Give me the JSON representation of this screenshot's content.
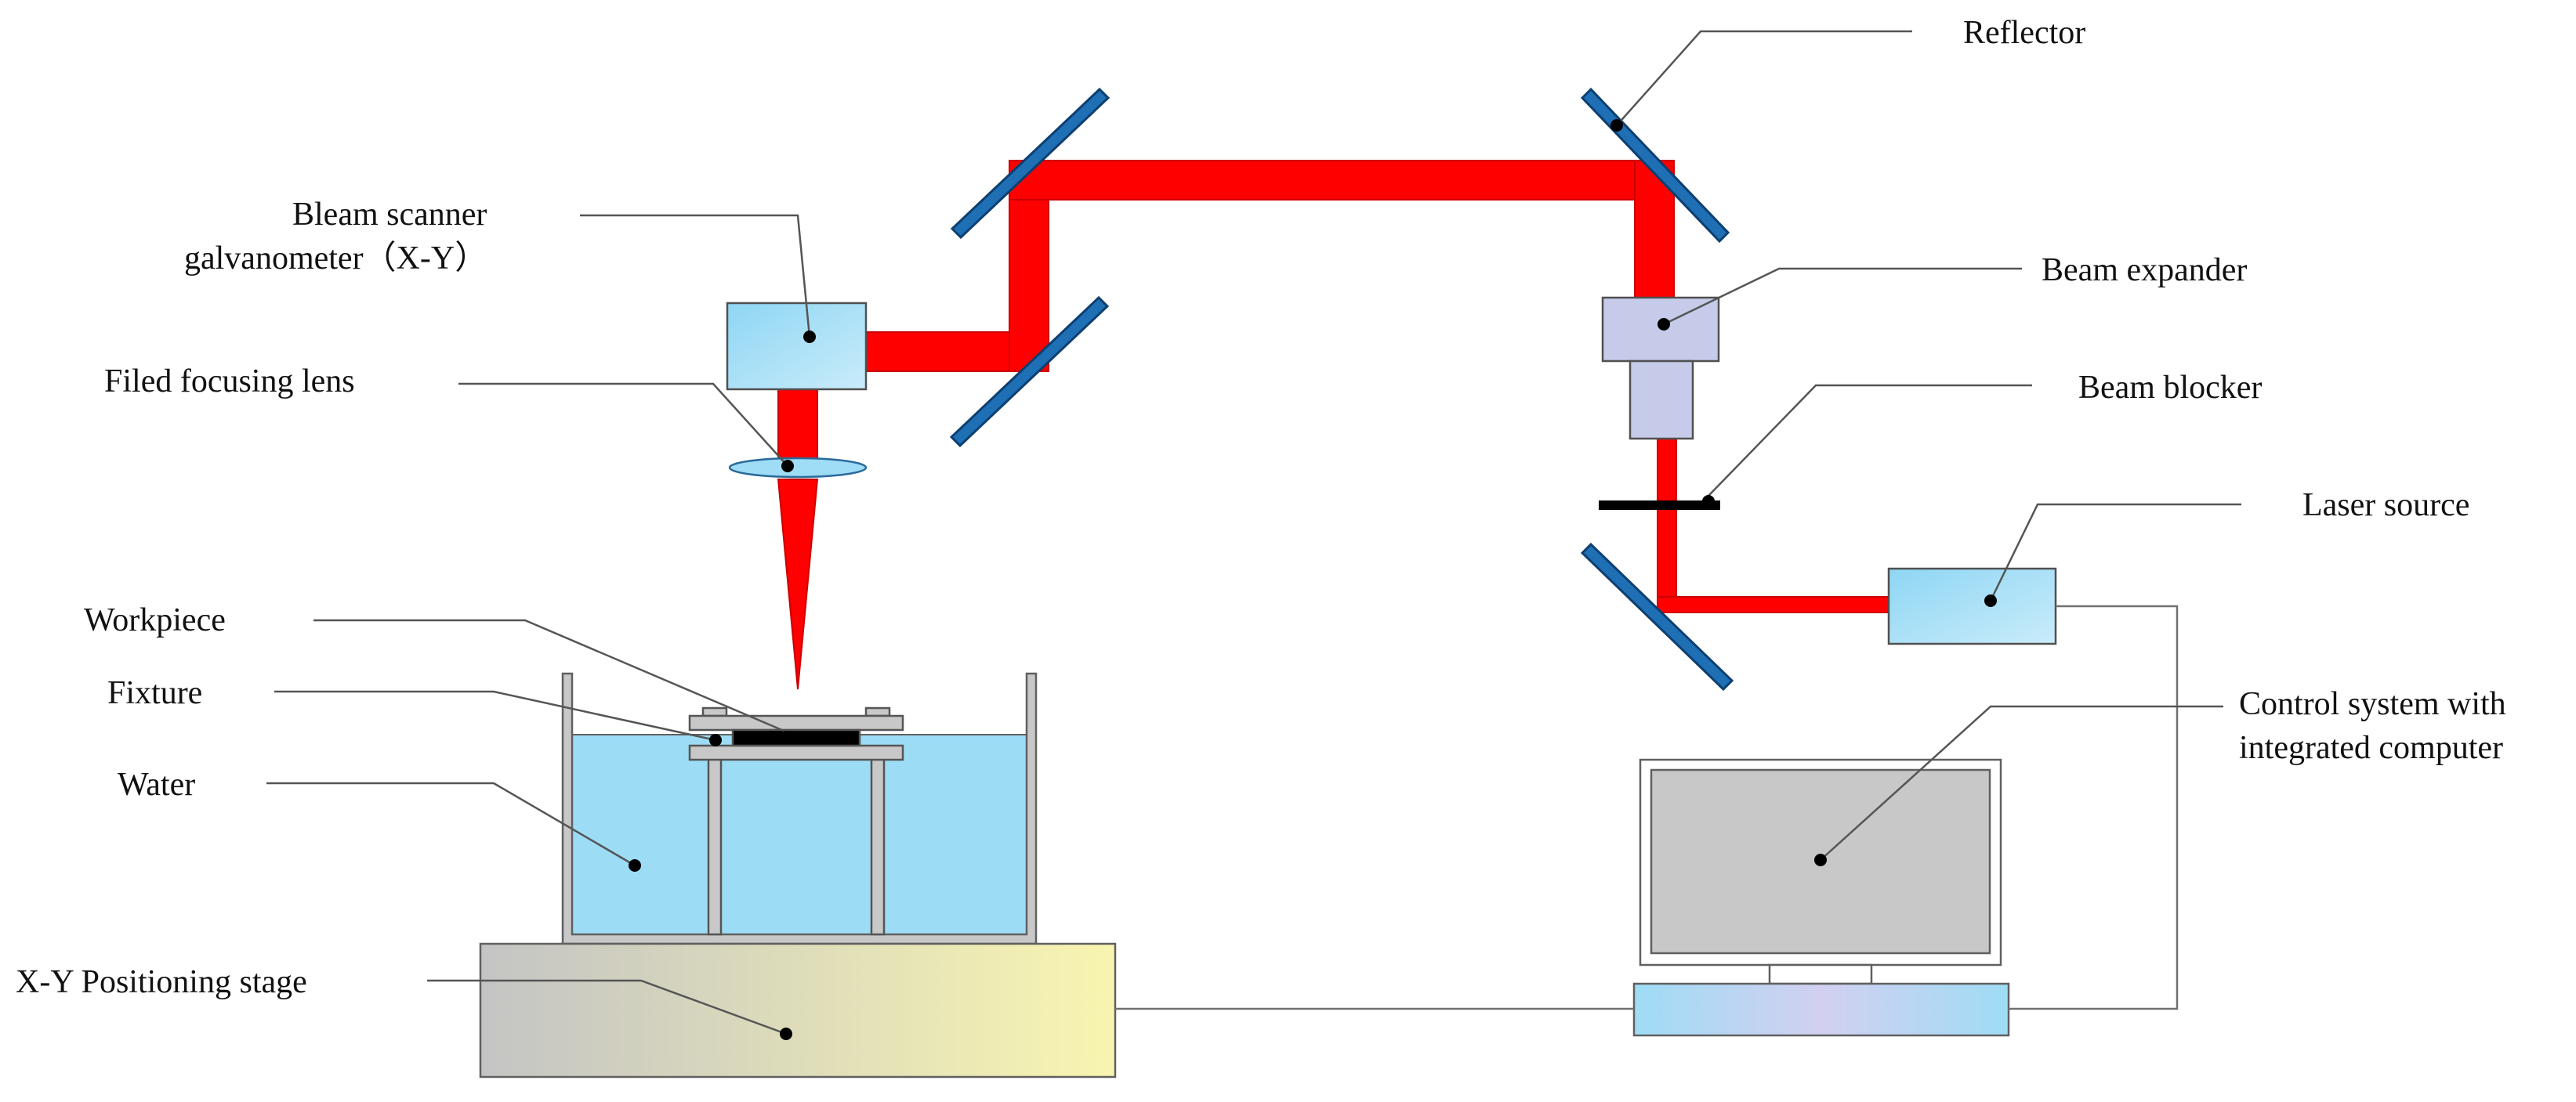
{
  "labels": {
    "reflector": "Reflector",
    "beam_scanner_line1": "Bleam scanner",
    "beam_scanner_line2": "galvanometer（X-Y）",
    "beam_expander": "Beam expander",
    "focusing_lens": "Filed focusing lens",
    "beam_blocker": "Beam blocker",
    "laser_source": "Laser source",
    "workpiece": "Workpiece",
    "fixture": "Fixture",
    "water": "Water",
    "control_line1": "Control system with",
    "control_line2": "integrated computer",
    "stage": "X-Y  Positioning stage"
  },
  "colors": {
    "laser_beam": "#ff0000",
    "mirror": "#1f6fb5",
    "mirror_edge": "#0d3f70",
    "device_box": "#9fdcf5",
    "expander": "#c5cbe8",
    "water": "#9ddcf5",
    "monitor_screen": "#c8c8c8",
    "stage_left": "#c4c4c4",
    "stage_right": "#f8f5b0"
  }
}
